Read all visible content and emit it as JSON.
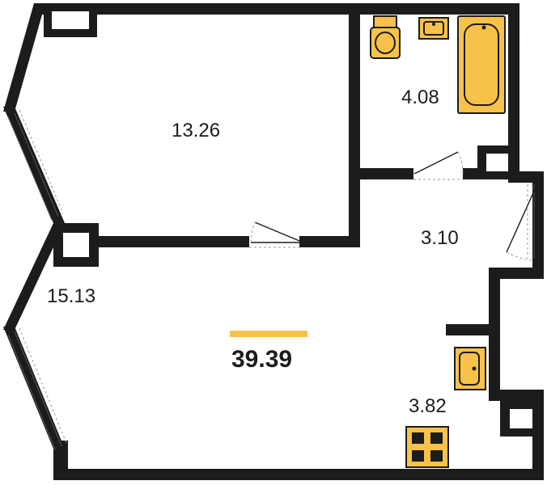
{
  "rooms": {
    "room_upper": "13.26",
    "bathroom": "4.08",
    "hallway": "3.10",
    "room_lower": "15.13",
    "kitchen": "3.82"
  },
  "total_area": "39.39",
  "colors": {
    "accent": "#f8c24a",
    "wall": "#1c1c1c",
    "background": "#ffffff"
  },
  "icons": [
    "toilet-icon",
    "washbasin-icon",
    "bathtub-icon",
    "kitchen-sink-icon",
    "stove-icon"
  ]
}
